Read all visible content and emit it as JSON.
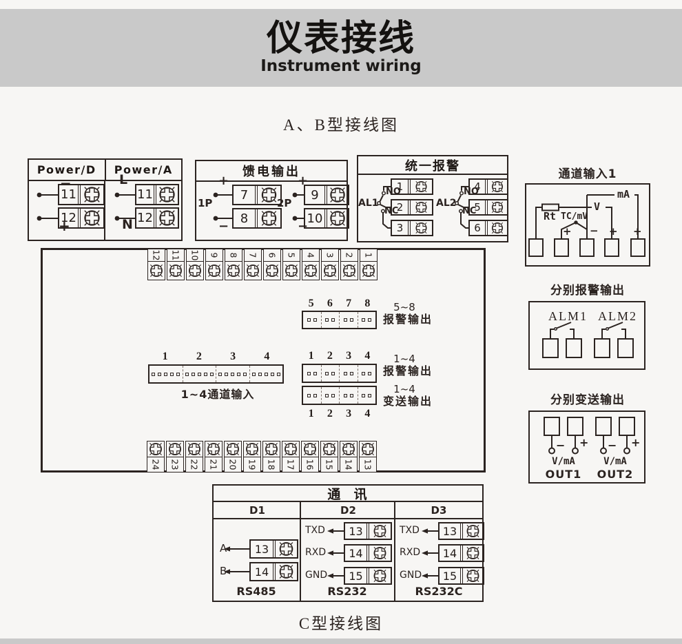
{
  "colors": {
    "ink": "#2b2320",
    "background": "#f7f6f4",
    "band": "#c9c9c9"
  },
  "header": {
    "title": "仪表接线",
    "subtitle": "Instrument wiring"
  },
  "captions": {
    "ab": "A、B型接线图",
    "c": "C型接线图"
  },
  "power": {
    "headers": [
      "Power/D",
      "Power/A"
    ],
    "d": [
      {
        "sign": "−",
        "num": "11"
      },
      {
        "sign": "+",
        "num": "12"
      }
    ],
    "a": [
      {
        "sign": "L",
        "num": "11"
      },
      {
        "sign": "N",
        "num": "12"
      }
    ]
  },
  "feed": {
    "title": "馈电输出",
    "groups": [
      {
        "name": "1P",
        "top_sign": "+",
        "top_num": "7",
        "bot_sign": "−",
        "bot_num": "8"
      },
      {
        "name": "2P",
        "top_sign": "+",
        "top_num": "9",
        "bot_sign": "−",
        "bot_num": "10"
      }
    ]
  },
  "unified_alarm": {
    "title": "统一报警",
    "groups": [
      {
        "name": "AL1",
        "no": "NO",
        "nc": "NC",
        "nums": [
          "1",
          "2",
          "3"
        ]
      },
      {
        "name": "AL2",
        "no": "NO",
        "nc": "NC",
        "nums": [
          "4",
          "5",
          "6"
        ]
      }
    ]
  },
  "channel1": {
    "title": "通道输入1",
    "rt": "Rt",
    "tc": "TC/mV",
    "v": "V",
    "ma": "mA",
    "signs": [
      "+",
      "−",
      "+",
      "+"
    ]
  },
  "board": {
    "top_strip": [
      "12",
      "11",
      "10",
      "9",
      "8",
      "7",
      "6",
      "5",
      "4",
      "3",
      "2",
      "1"
    ],
    "bottom_strip": [
      "24",
      "23",
      "22",
      "21",
      "20",
      "19",
      "18",
      "17",
      "16",
      "15",
      "14",
      "13"
    ],
    "alarm58": {
      "nums": [
        "5",
        "6",
        "7",
        "8"
      ],
      "range": "5~8",
      "label": "报警输出"
    },
    "alarm14": {
      "nums": [
        "1",
        "2",
        "3",
        "4"
      ],
      "range": "1~4",
      "label": "报警输出"
    },
    "trans14": {
      "nums": [
        "1",
        "2",
        "3",
        "4"
      ],
      "range": "1~4",
      "label": "变送输出"
    },
    "chan14": {
      "nums": [
        "1",
        "2",
        "3",
        "4"
      ],
      "label": "1~4通道输入"
    }
  },
  "sep_alarm": {
    "title": "分别报警输出",
    "names": [
      "ALM1",
      "ALM2"
    ]
  },
  "sep_trans": {
    "title": "分别变送输出",
    "minus": "−",
    "plus": "+",
    "vma": "V/mA",
    "outs": [
      "OUT1",
      "OUT2"
    ]
  },
  "comm": {
    "title": "通  讯",
    "cols": [
      {
        "name": "D1",
        "rows": [
          {
            "label": "A",
            "num": "13"
          },
          {
            "label": "B",
            "num": "14"
          }
        ],
        "std": "RS485"
      },
      {
        "name": "D2",
        "rows": [
          {
            "label": "TXD",
            "num": "13"
          },
          {
            "label": "RXD",
            "num": "14"
          },
          {
            "label": "GND",
            "num": "15"
          }
        ],
        "std": "RS232"
      },
      {
        "name": "D3",
        "rows": [
          {
            "label": "TXD",
            "num": "13"
          },
          {
            "label": "RXD",
            "num": "14"
          },
          {
            "label": "GND",
            "num": "15"
          }
        ],
        "std": "RS232C"
      }
    ]
  }
}
